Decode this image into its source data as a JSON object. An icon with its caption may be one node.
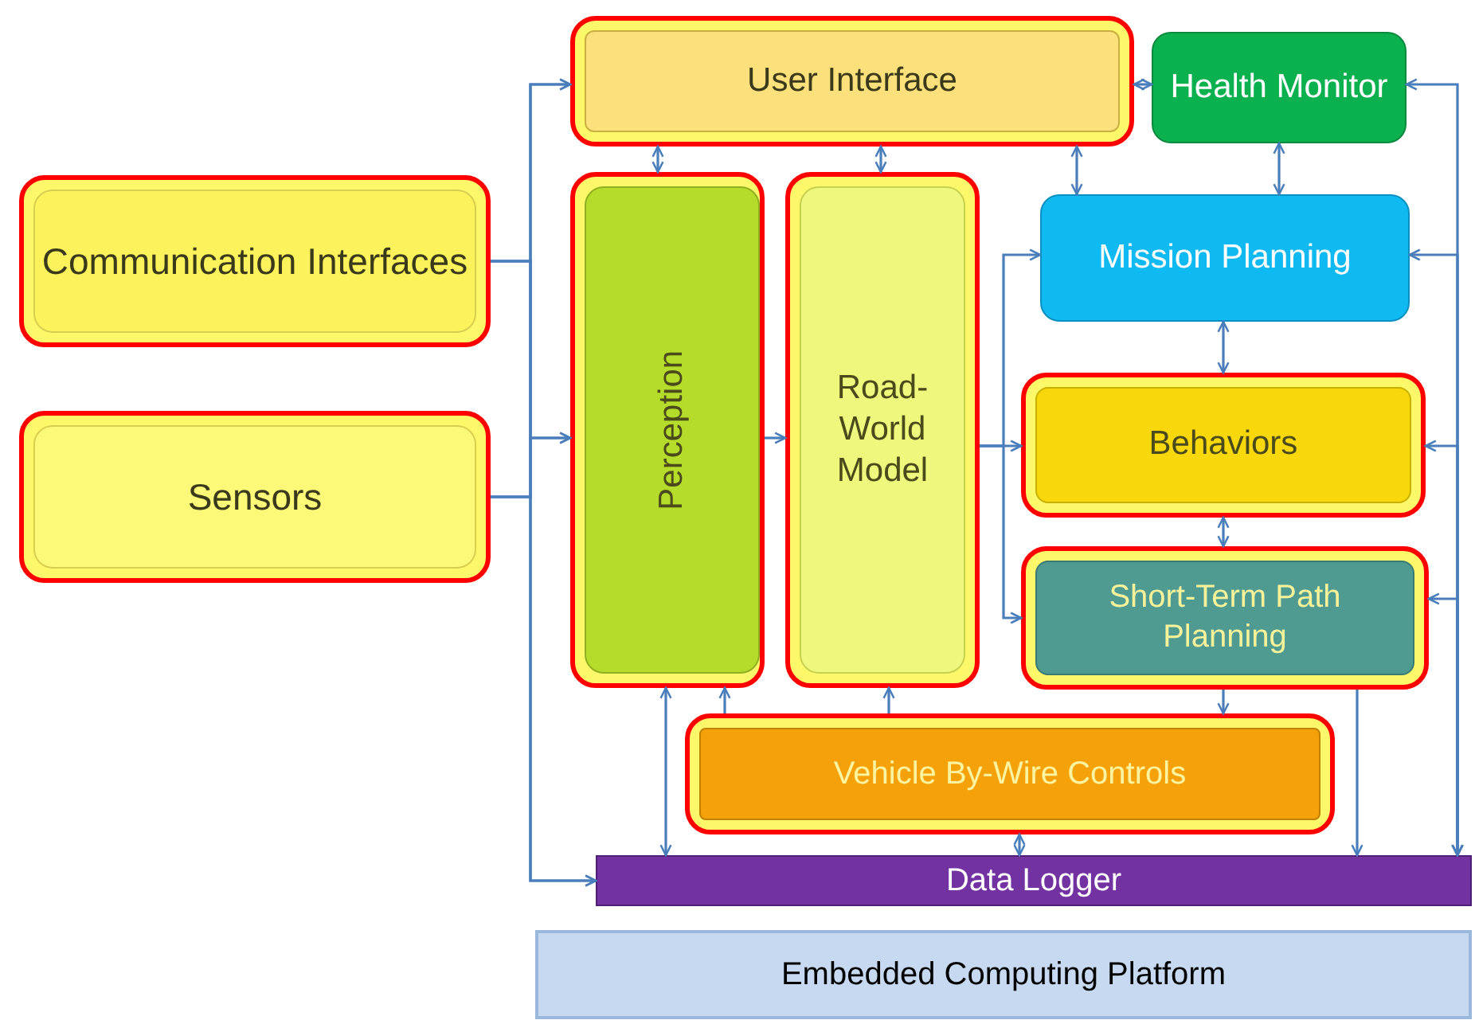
{
  "diagram": {
    "nodes": [
      {
        "text": [
          "User Interface"
        ]
      },
      {
        "text": [
          "Health Monitor"
        ]
      },
      {
        "text": [
          "Communication Interfaces"
        ]
      },
      {
        "text": [
          "Sensors"
        ]
      },
      {
        "text": [
          "Perception"
        ]
      },
      {
        "text": [
          "Road-World Model"
        ]
      },
      {
        "text": [
          "Mission Planning"
        ]
      },
      {
        "text": [
          "Behaviors"
        ]
      },
      {
        "text": [
          "Short-Term Path Planning"
        ]
      },
      {
        "text": [
          "Vehicle By-Wire Controls"
        ]
      },
      {
        "text": [
          "Data Logger"
        ]
      },
      {
        "text": [
          "Embedded Computing Platform"
        ]
      }
    ],
    "edges": [
      {
        "from": 2,
        "to": 0,
        "arrow": "to"
      },
      {
        "from": 2,
        "to": 4,
        "arrow": "to"
      },
      {
        "from": 3,
        "to": 0,
        "arrow": "to"
      },
      {
        "from": 3,
        "to": 4,
        "arrow": "to"
      },
      {
        "from": 3,
        "to": 10,
        "arrow": "to"
      },
      {
        "from": 2,
        "to": 10,
        "arrow": "to"
      },
      {
        "from": 0,
        "to": 1,
        "arrow": "both"
      },
      {
        "from": 0,
        "to": 4,
        "arrow": "both"
      },
      {
        "from": 0,
        "to": 5,
        "arrow": "both"
      },
      {
        "from": 0,
        "to": 6,
        "arrow": "both"
      },
      {
        "from": 1,
        "to": 6,
        "arrow": "both"
      },
      {
        "from": 4,
        "to": 5,
        "arrow": "to"
      },
      {
        "from": 5,
        "to": 7,
        "arrow": "to"
      },
      {
        "from": 5,
        "to": 6,
        "arrow": "to"
      },
      {
        "from": 5,
        "to": 8,
        "arrow": "to"
      },
      {
        "from": 6,
        "to": 7,
        "arrow": "both"
      },
      {
        "from": 7,
        "to": 8,
        "arrow": "both"
      },
      {
        "from": 8,
        "to": 9,
        "arrow": "to"
      },
      {
        "from": 8,
        "to": 10,
        "arrow": "to"
      },
      {
        "from": 4,
        "to": 10,
        "arrow": "both"
      },
      {
        "from": 9,
        "to": 10,
        "arrow": "both"
      },
      {
        "from": 9,
        "to": 4,
        "arrow": "to"
      },
      {
        "from": 9,
        "to": 5,
        "arrow": "to"
      },
      {
        "from": 1,
        "to": 10,
        "arrow": "both"
      },
      {
        "from": 6,
        "to": 10,
        "arrow": "both"
      },
      {
        "from": 7,
        "to": 10,
        "arrow": "both"
      },
      {
        "from": 8,
        "to": 10,
        "arrow": "both"
      }
    ]
  }
}
